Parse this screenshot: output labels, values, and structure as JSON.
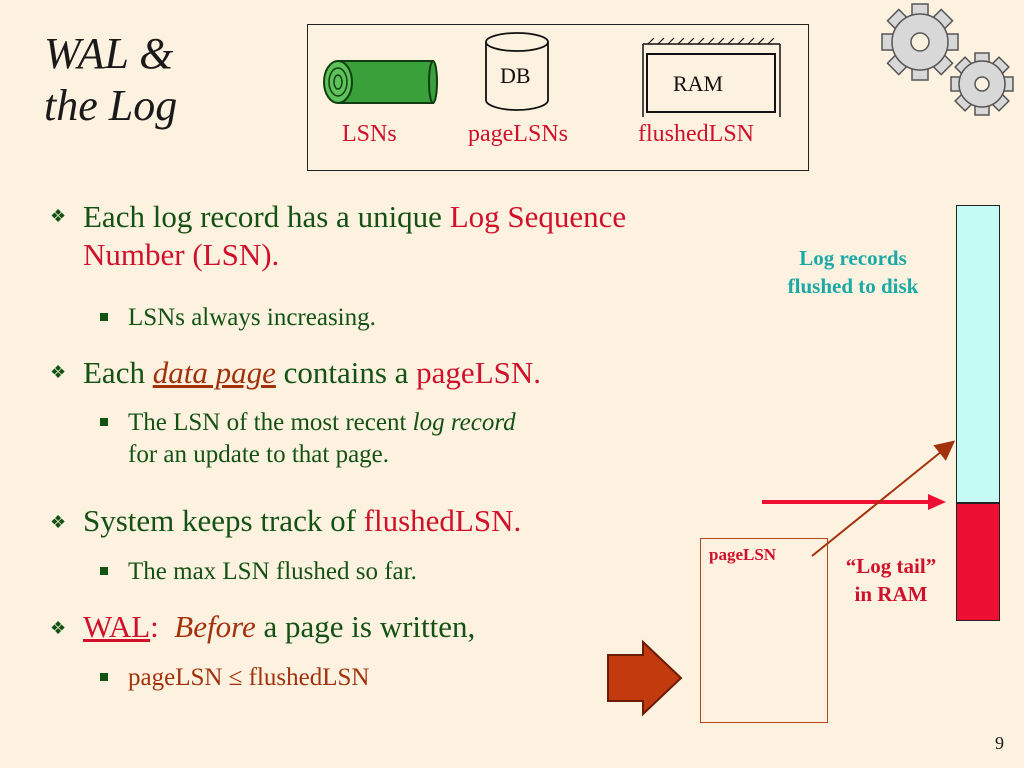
{
  "title": {
    "line1": "WAL &",
    "line2": "the Log"
  },
  "legend": {
    "db": "DB",
    "ram": "RAM",
    "lsns": "LSNs",
    "pagelsns": "pageLSNs",
    "flushedlsn": "flushedLSN"
  },
  "bullets": [
    {
      "text_a": "Each log record has a unique ",
      "text_b": "Log Sequence",
      "text_c": "Number (LSN)."
    },
    {
      "text_a": "Each ",
      "em": "data page",
      "text_b": " contains a ",
      "red": "pageLSN."
    },
    {
      "text_a": "System keeps track of ",
      "red": "flushedLSN."
    },
    {
      "wal": "WAL",
      "colon": ":",
      "before": "Before",
      "rest": " a page is written,"
    }
  ],
  "subs": [
    {
      "text": "LSNs always increasing."
    },
    {
      "line1_a": "The LSN of the most recent ",
      "line1_em": "log record",
      "line2": "for an update to that page."
    },
    {
      "text": "The max LSN flushed so far."
    },
    {
      "text": "pageLSN ≤ flushedLSN"
    }
  ],
  "diagram": {
    "flushed_note_1": "Log records",
    "flushed_note_2": "flushed to disk",
    "tail_note_1": "“Log tail”",
    "tail_note_2": "in RAM",
    "page_label": "pageLSN"
  },
  "colors": {
    "bg": "#fdf1df",
    "text_green": "#145214",
    "accent_red": "#d0112b",
    "brown": "#a3310c",
    "teal": "#1aa9a5",
    "log_flushed": "#c4fbf4",
    "log_tail": "#ee1033",
    "arrow_fill": "#c33a0e"
  },
  "slide_number": "9"
}
